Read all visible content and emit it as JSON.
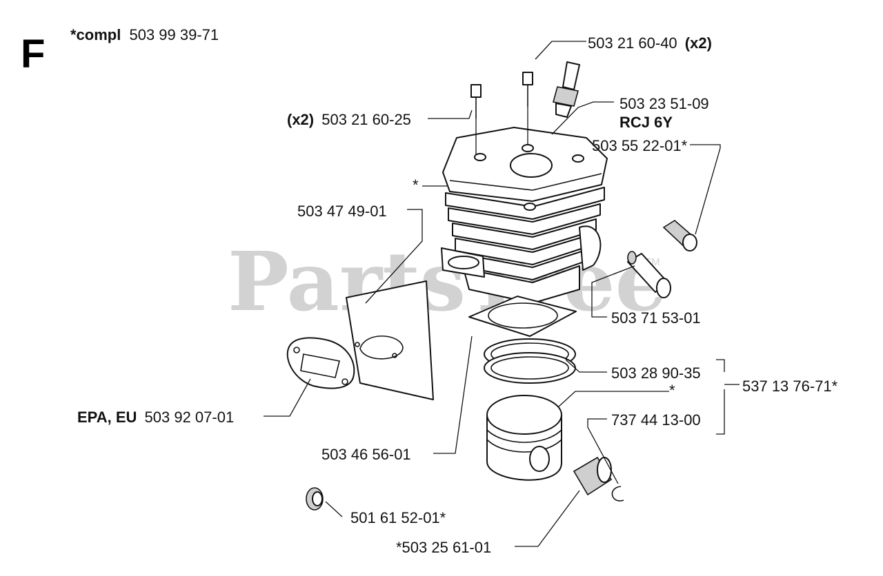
{
  "watermark": {
    "text": "PartsTree",
    "tm": "TM"
  },
  "section_letter": "F",
  "header": {
    "prefix": "*compl",
    "number": "503 99 39-71"
  },
  "callouts": {
    "screw_head": {
      "number": "503 21 60-40",
      "qty": "(x2)"
    },
    "screw_side": {
      "qty": "(x2)",
      "number": "503 21 60-25"
    },
    "spark_plug": {
      "number": "503 23 51-09",
      "type": "RCJ 6Y"
    },
    "valve": {
      "number": "503 55 22-01*"
    },
    "cylinder": {
      "mark": "*"
    },
    "gasket": {
      "number": "503 47 49-01"
    },
    "decomp": {
      "number": "503 71 53-01"
    },
    "rings": {
      "number": "503 28 90-35"
    },
    "piston_kit": {
      "number": "537 13 76-71*"
    },
    "piston": {
      "mark": "*"
    },
    "circlip": {
      "number": "737 44 13-00"
    },
    "muffler_gasket": {
      "prefix": "EPA, EU",
      "number": "503 92 07-01"
    },
    "base_gasket": {
      "number": "503 46 56-01"
    },
    "plug": {
      "number": "501 61 52-01*"
    },
    "bearing": {
      "number": "*503 25 61-01"
    }
  }
}
